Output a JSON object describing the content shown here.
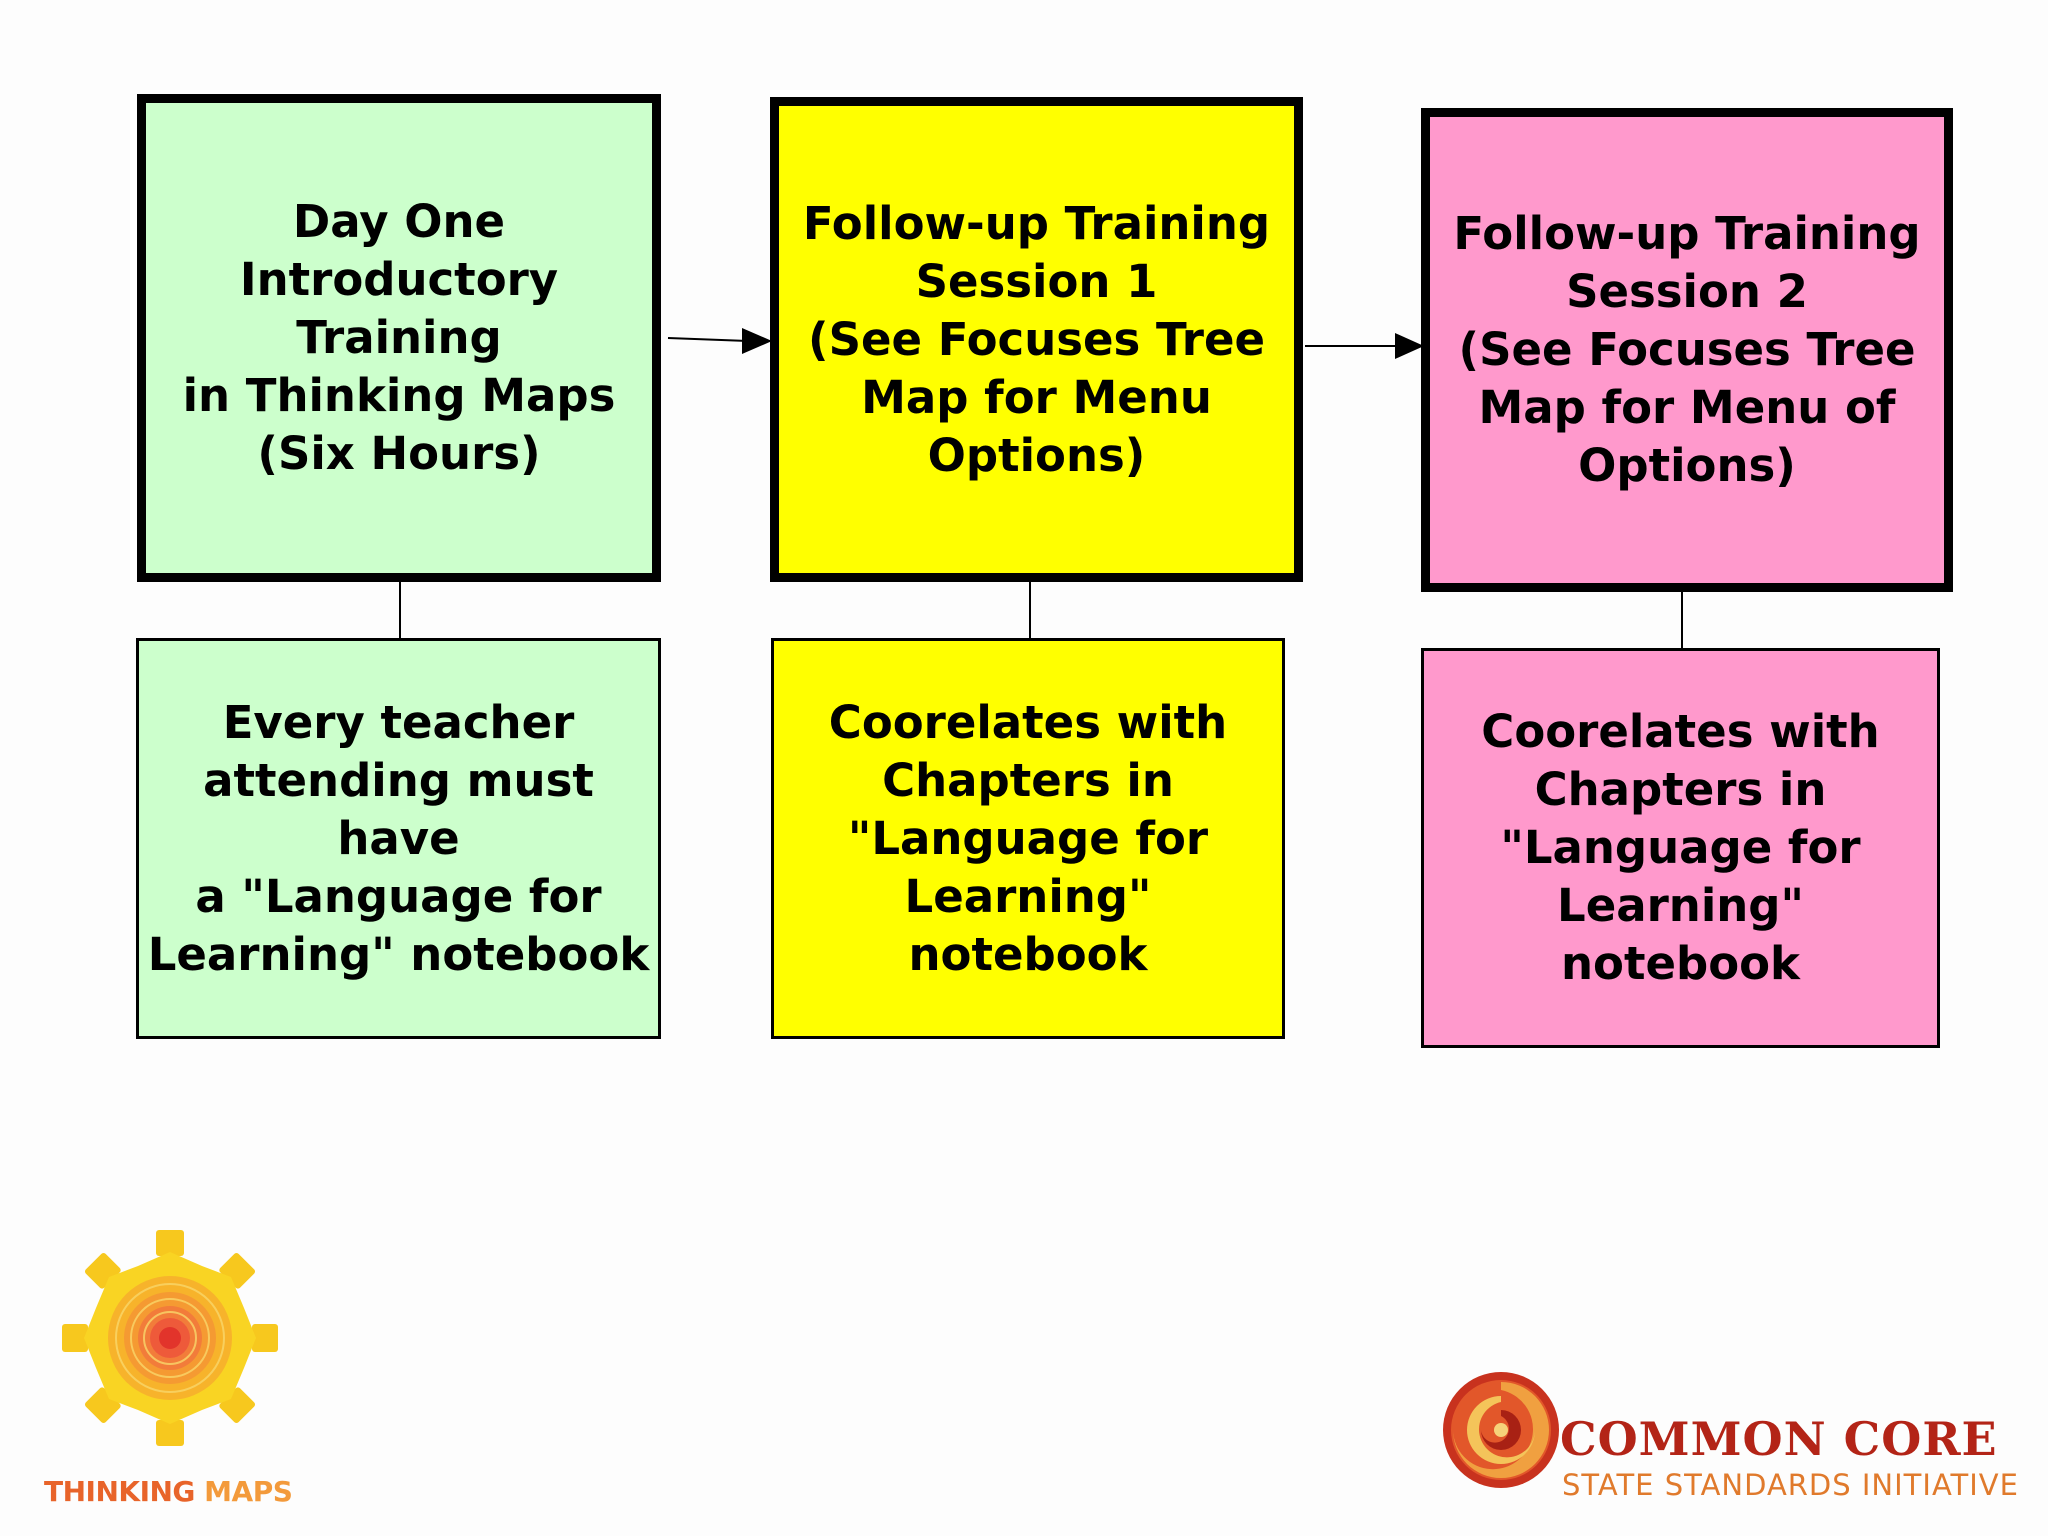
{
  "slide": {
    "top_row": [
      {
        "id": "day-one",
        "text": "Day One\nIntroductory Training\nin Thinking Maps\n(Six Hours)",
        "color": "#ccffcc"
      },
      {
        "id": "session-1",
        "text": "Follow-up Training\nSession 1\n(See Focuses Tree\nMap for Menu\nOptions)",
        "color": "#ffff00"
      },
      {
        "id": "session-2",
        "text": "Follow-up Training\nSession 2\n(See Focuses Tree\nMap for Menu of\nOptions)",
        "color": "#ff99cc"
      }
    ],
    "bottom_row": [
      {
        "id": "notebook-required",
        "text": "Every teacher\nattending must have\na \"Language for\nLearning\" notebook",
        "color": "#ccffcc"
      },
      {
        "id": "chapters-1",
        "text": "Coorelates with\nChapters in\n\"Language for\nLearning\" notebook",
        "color": "#ffff00"
      },
      {
        "id": "chapters-2",
        "text": "Coorelates with\nChapters in\n\"Language for\nLearning\" notebook",
        "color": "#ff99cc"
      }
    ]
  },
  "logos": {
    "thinking_maps": {
      "word1": "THINKING",
      "word2": "MAPS"
    },
    "common_core": {
      "title": "COMMON CORE",
      "subtitle": "STATE STANDARDS INITIATIVE"
    }
  }
}
